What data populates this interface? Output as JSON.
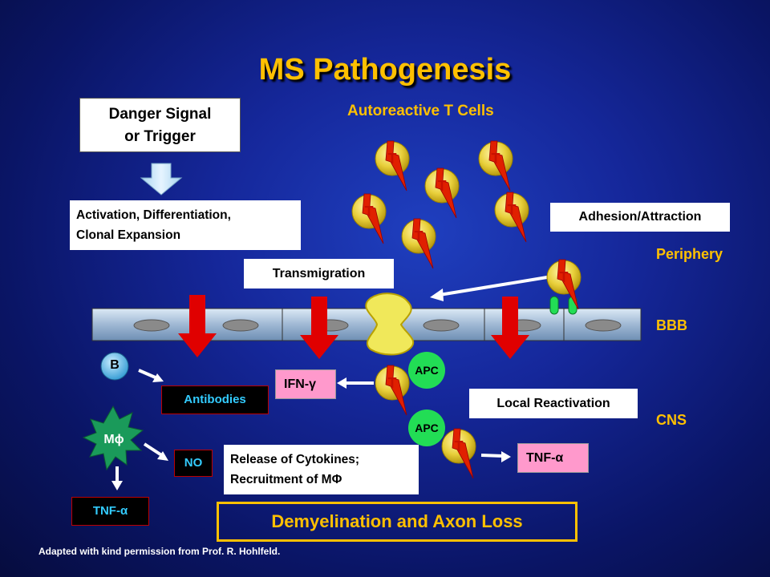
{
  "title": "MS Pathogenesis",
  "subtitle_tcells": "Autoreactive T Cells",
  "danger_signal": "Danger Signal\nor Trigger",
  "activation": "Activation, Differentiation,\nClonal Expansion",
  "adhesion": "Adhesion/Attraction",
  "transmigration": "Transmigration",
  "local_reactivation": "Local Reactivation",
  "cytokines": "Release of Cytokines;\nRecruitment of MΦ",
  "demyelination": "Demyelination and Axon Loss",
  "regions": {
    "periphery": "Periphery",
    "bbb": "BBB",
    "cns": "CNS"
  },
  "cells": {
    "t": "T",
    "b": "B",
    "apc": "APC",
    "macrophage": "Mϕ"
  },
  "products": {
    "antibodies": "Antibodies",
    "ifn": "IFN-γ",
    "no": "NO",
    "tnf": "TNF-α",
    "tnf2": "TNF-α"
  },
  "credit": "Adapted with kind permission from Prof. R. Hohlfeld.",
  "colors": {
    "accent": "#ffc000",
    "arrow_red": "#e00000",
    "apc_green": "#22dd55",
    "t_cell": "#e8d44a",
    "antibody_text": "#33ccff"
  }
}
